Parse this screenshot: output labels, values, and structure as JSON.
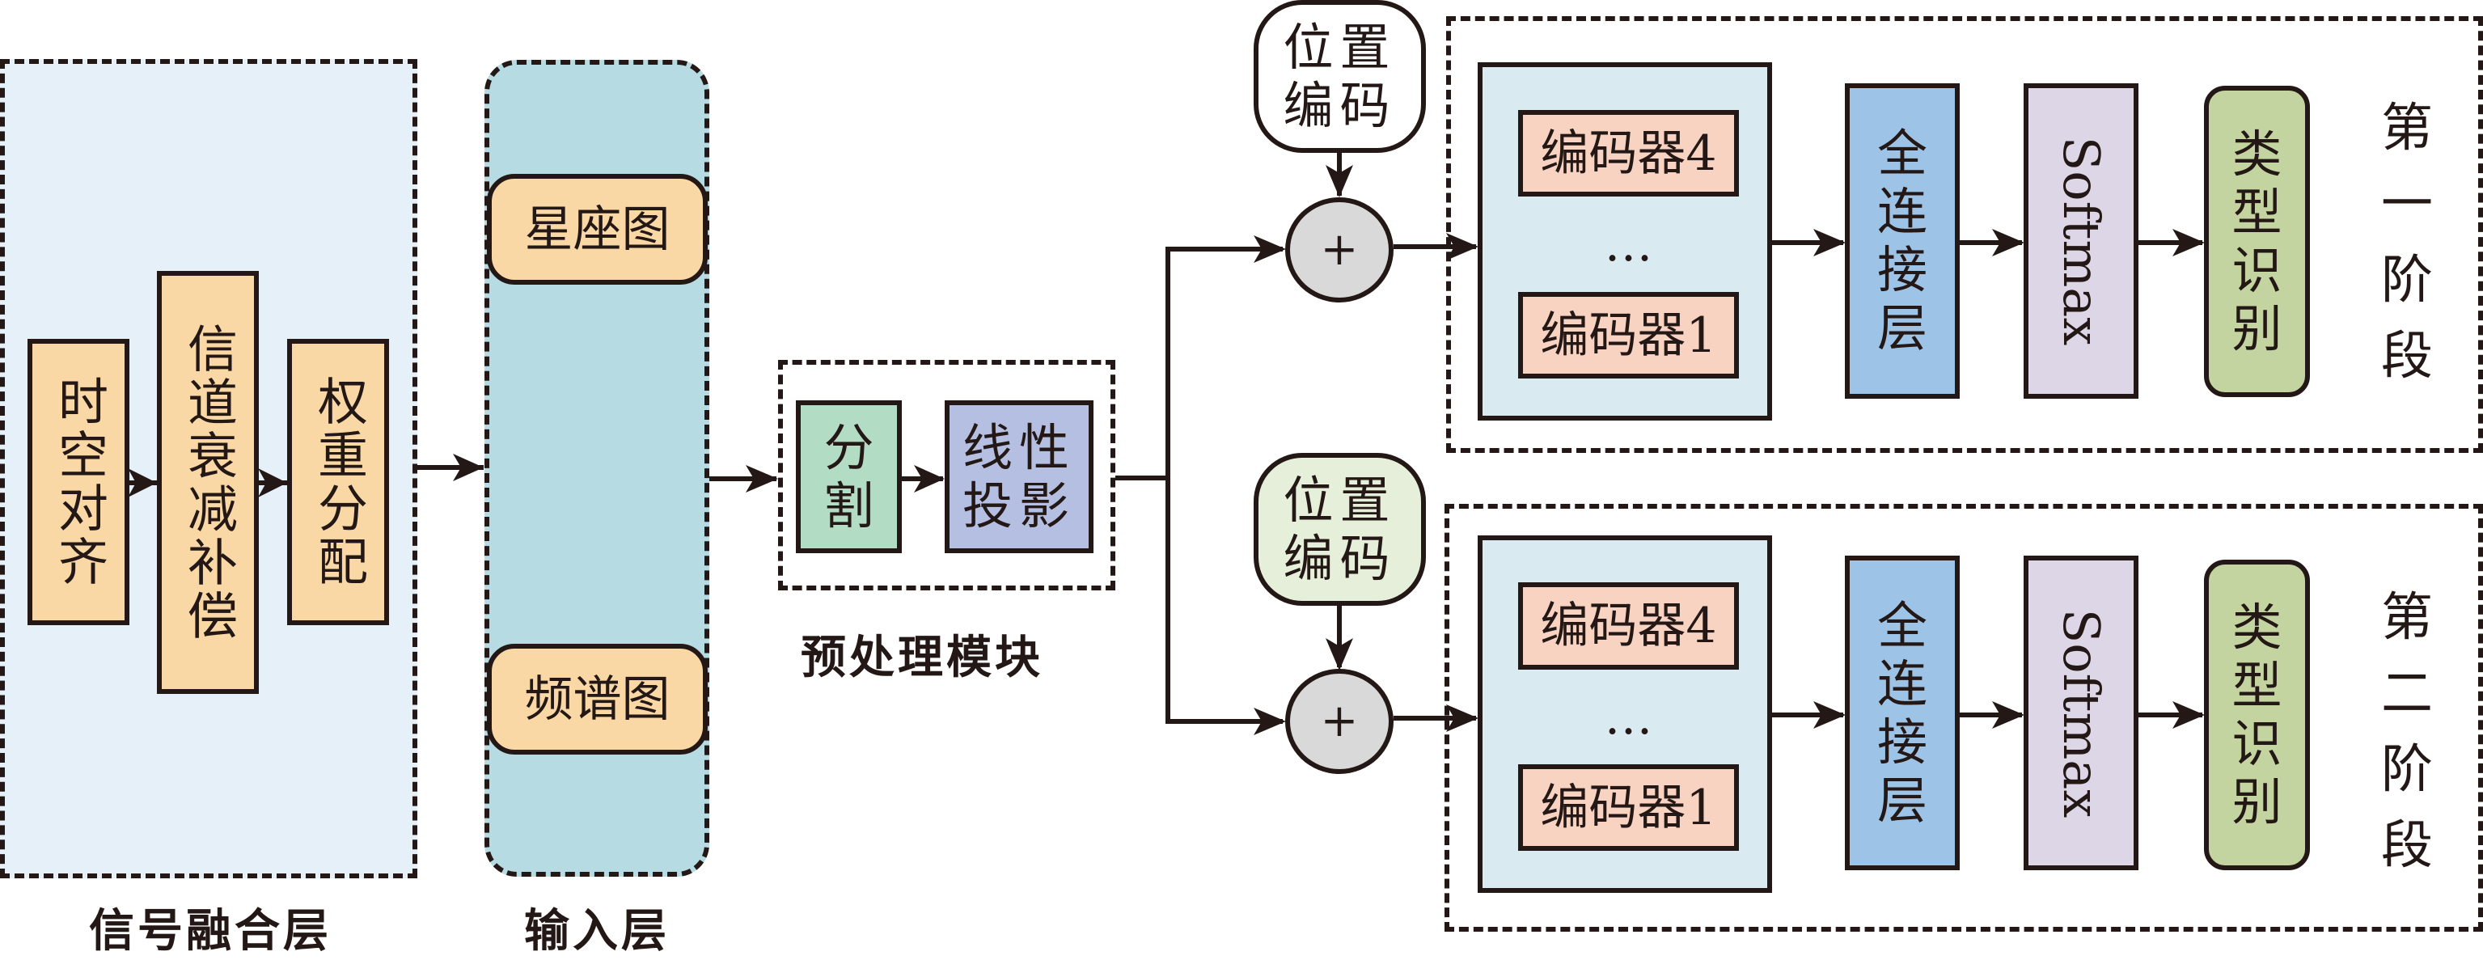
{
  "colors": {
    "stroke": "#231815",
    "fusion_bg": "#e6f0f8",
    "input_bg": "#b7dbe3",
    "orange_box": "#f9d8a6",
    "segment_box": "#b3dcc5",
    "projection_box": "#b4bfe1",
    "encoder_container": "#d9eaf0",
    "encoder_box": "#f8d3c2",
    "fc_box": "#9dc3e6",
    "softmax_box": "#dcd6e6",
    "class_box": "#c3d4a1",
    "adder": "#d9d9d9",
    "pos_enc_stage2": "#e6efd9"
  },
  "signal_fusion": {
    "caption": "信号融合层",
    "steps": [
      {
        "label": "时空对齐"
      },
      {
        "label": "信道衰减补偿"
      },
      {
        "label": "权重分配"
      }
    ]
  },
  "input_layer": {
    "caption": "输入层",
    "items": [
      {
        "label": "星座图"
      },
      {
        "label": "频谱图"
      }
    ]
  },
  "preprocess": {
    "caption": "预处理模块",
    "segment": [
      "分",
      "割"
    ],
    "projection": [
      "线性",
      "投影"
    ]
  },
  "stages": [
    {
      "label": [
        "第",
        "一",
        "阶",
        "段"
      ],
      "pos_encoding": [
        "位置",
        "编码"
      ],
      "adder": "+",
      "encoder_top": "编码器4",
      "ellipsis": "…",
      "encoder_bottom": "编码器1",
      "fc": [
        "全",
        "连",
        "接",
        "层"
      ],
      "softmax": "Softmax",
      "classify": [
        "类",
        "型",
        "识",
        "别"
      ]
    },
    {
      "label": [
        "第",
        "二",
        "阶",
        "段"
      ],
      "pos_encoding": [
        "位置",
        "编码"
      ],
      "adder": "+",
      "encoder_top": "编码器4",
      "ellipsis": "…",
      "encoder_bottom": "编码器1",
      "fc": [
        "全",
        "连",
        "接",
        "层"
      ],
      "softmax": "Softmax",
      "classify": [
        "类",
        "型",
        "识",
        "别"
      ]
    }
  ]
}
